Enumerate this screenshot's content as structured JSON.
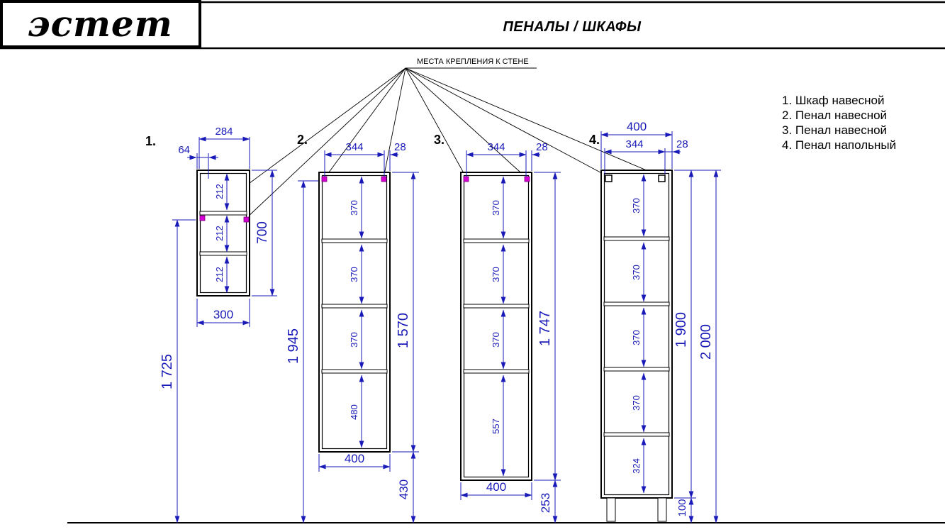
{
  "header": {
    "logo_text": "эстет",
    "title": "ПЕНАЛЫ / ШКАФЫ"
  },
  "note": {
    "wall_mount": "МЕСТА КРЕПЛЕНИЯ К СТЕНЕ"
  },
  "legend": {
    "items": [
      "1. Шкаф навесной",
      "2. Пенал навесной",
      "3. Пенал навесной",
      "4. Пенал напольный"
    ]
  },
  "colors": {
    "dimension": "#1a1ab8",
    "outline": "#000000",
    "mount_point": "#d400d4"
  },
  "cab1": {
    "label": "1.",
    "dims": {
      "top_width": "284",
      "hinge": "64",
      "shelf1": "212",
      "shelf2": "212",
      "shelf3": "212",
      "height": "700",
      "bottom_width": "300",
      "to_floor": "1 725"
    }
  },
  "cab2": {
    "label": "2.",
    "dims": {
      "top_width": "344",
      "side": "28",
      "shelf1": "370",
      "shelf2": "370",
      "shelf3": "370",
      "shelf4": "480",
      "height": "1 570",
      "overall": "1 945",
      "bottom_width": "400",
      "below": "430"
    }
  },
  "cab3": {
    "label": "3.",
    "dims": {
      "top_width": "344",
      "side": "28",
      "shelf1": "370",
      "shelf2": "370",
      "shelf3": "370",
      "shelf4": "557",
      "height": "1 747",
      "bottom_width": "400",
      "below": "253"
    }
  },
  "cab4": {
    "label": "4.",
    "dims": {
      "overall_width": "400",
      "top_width": "344",
      "side": "28",
      "shelf1": "370",
      "shelf2": "370",
      "shelf3": "370",
      "shelf4": "370",
      "shelf5": "324",
      "height": "1 900",
      "overall_height": "2 000",
      "legs": "100"
    }
  }
}
